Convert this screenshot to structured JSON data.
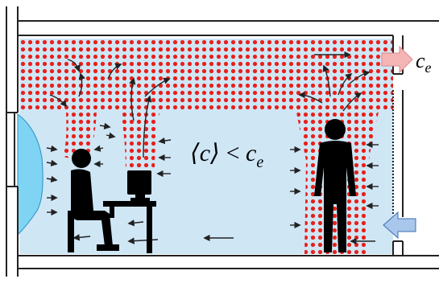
{
  "labels": {
    "exhaust": {
      "symbol": "c",
      "subscript": "e"
    },
    "inequality": {
      "symbol": "c",
      "operator": "<",
      "rhs": "c",
      "rhs_subscript": "e"
    }
  },
  "colors": {
    "air": "#cfe6f5",
    "contaminant_dots": "#e8201a",
    "exhaust_arrow": "#f5b5b5",
    "supply_arrow": "#a9c7ea",
    "supply_arrow_edge": "#3c6eb4",
    "window_glass": "#7fd4f4",
    "walls": "#222222",
    "figures": "#000000",
    "flow_arrows": "#222222"
  },
  "icons": [
    "seated-person-icon",
    "computer-monitor-icon",
    "desk-icon",
    "standing-person-icon",
    "exhaust-arrow-icon",
    "supply-arrow-icon",
    "window-icon"
  ]
}
